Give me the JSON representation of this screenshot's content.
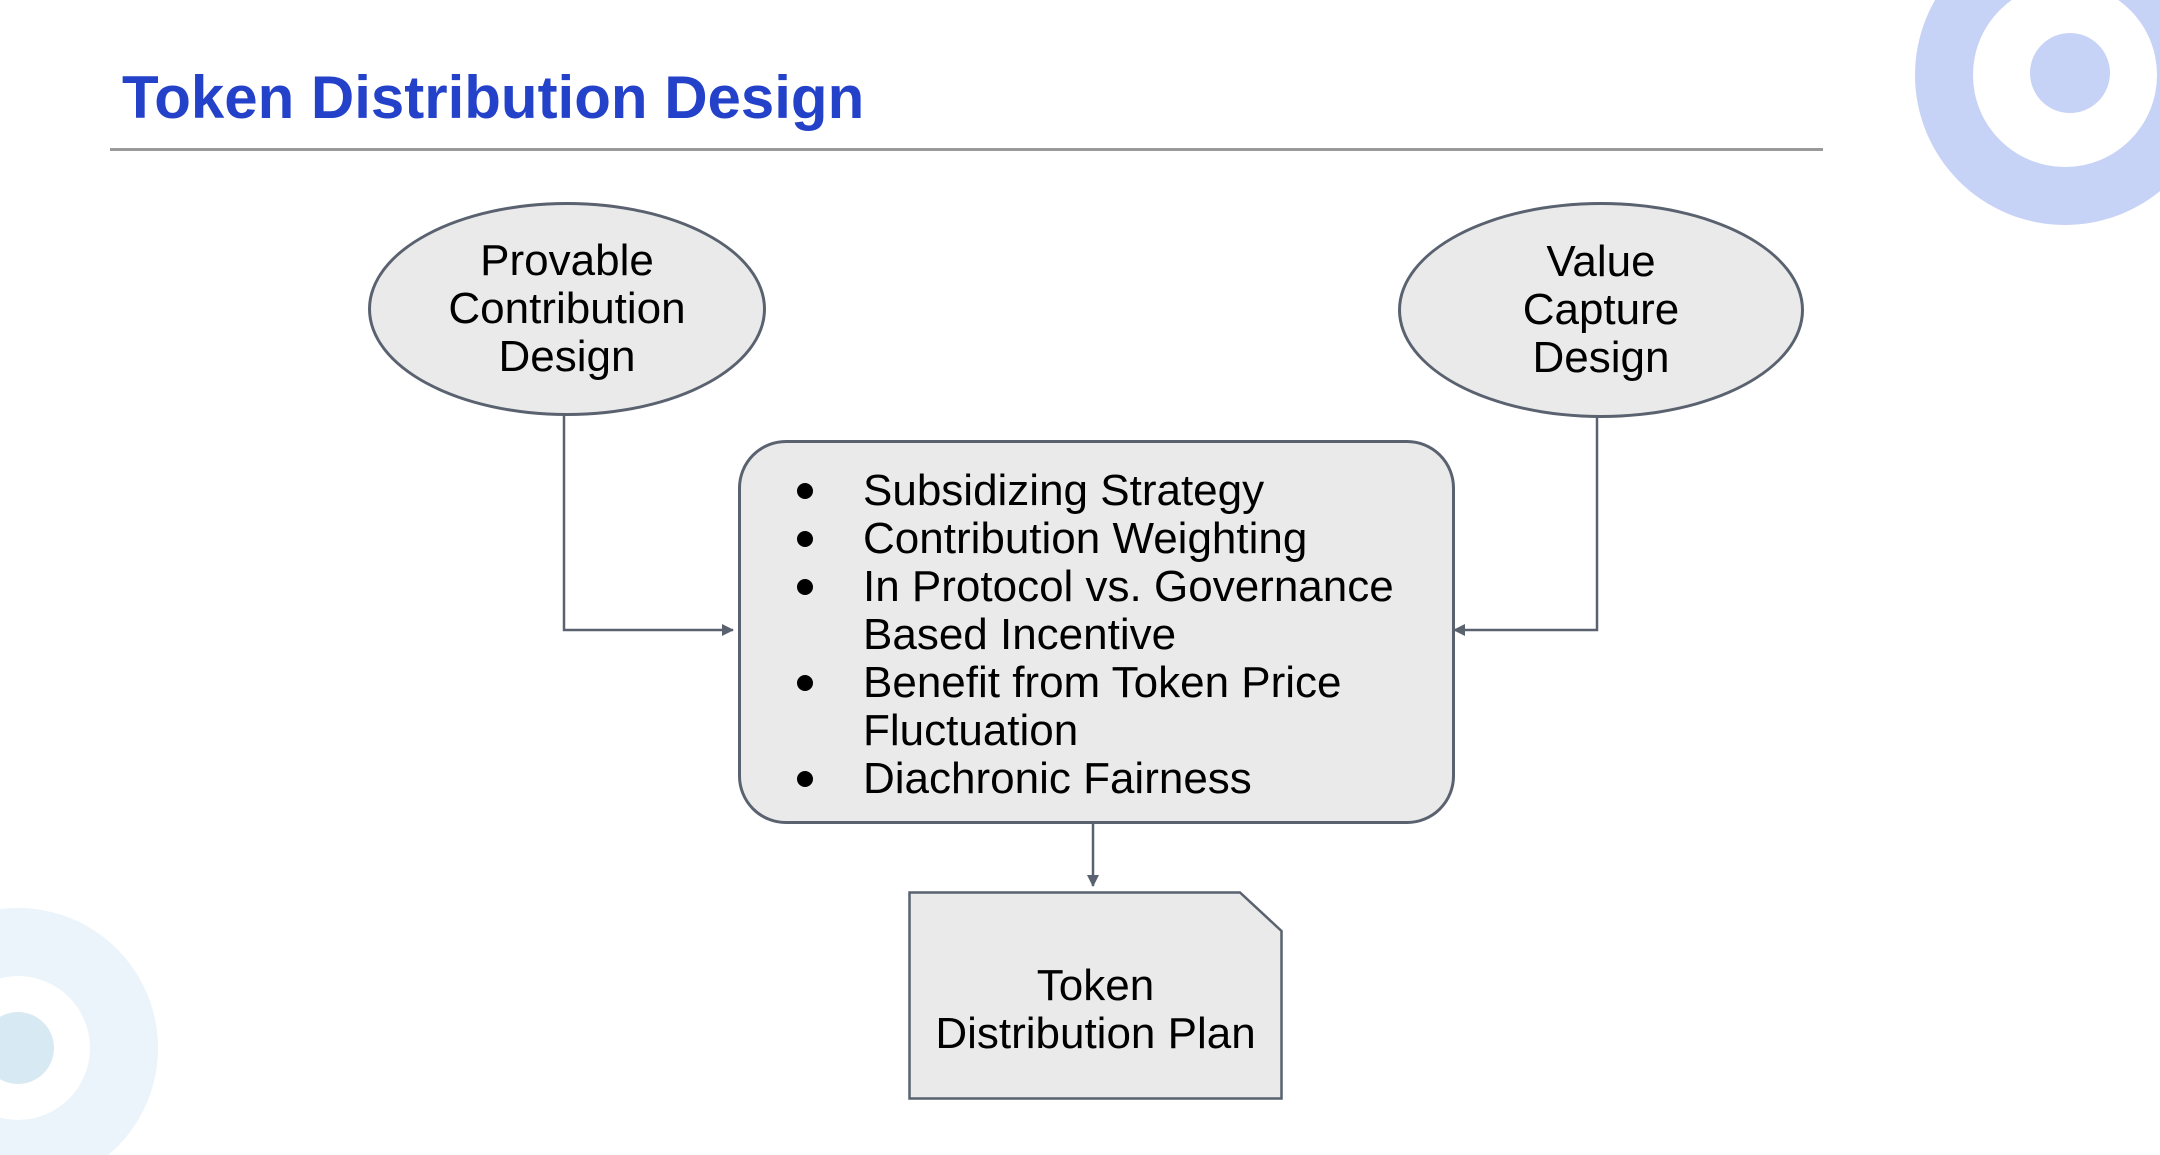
{
  "title": {
    "text": "Token Distribution Design"
  },
  "colors": {
    "title_blue": "#2341c9",
    "shape_fill": "#eaeaea",
    "shape_border": "#5a6270",
    "connector": "#5a6270",
    "rule_gray": "#9a9a9a",
    "deco_periwinkle": "#c7d3f6",
    "deco_light_blue": "#eaf4fa",
    "deco_inner_blue": "#d7e9f2"
  },
  "diagram": {
    "left_ellipse": {
      "label": "Provable\nContribution\nDesign"
    },
    "right_ellipse": {
      "label": "Value\nCapture\nDesign"
    },
    "center_box": {
      "items": [
        "Subsidizing Strategy",
        "Contribution Weighting",
        "In Protocol vs. Governance\nBased Incentive",
        "Benefit from Token Price\nFluctuation",
        "Diachronic Fairness"
      ]
    },
    "output_card": {
      "label": "Token\nDistribution Plan"
    }
  }
}
